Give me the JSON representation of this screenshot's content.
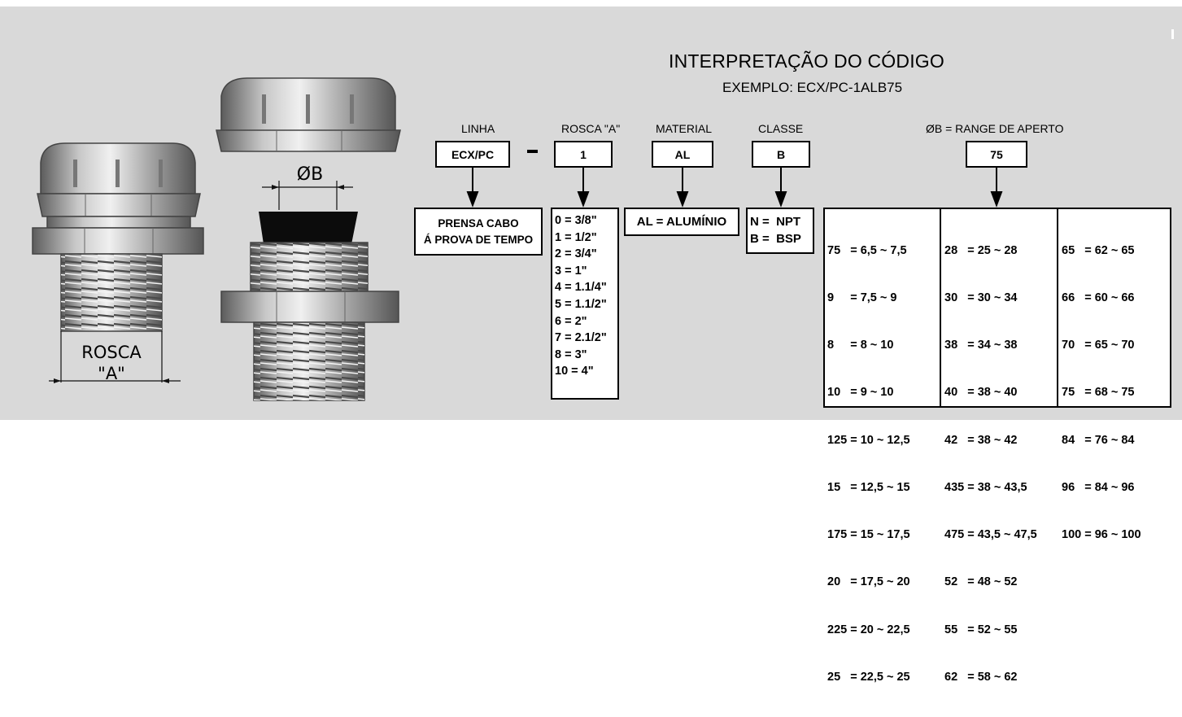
{
  "header": {
    "title": "INTERPRETAÇÃO DO CÓDIGO",
    "example": "EXEMPLO: ECX/PC-1ALB75"
  },
  "fields": {
    "linha": {
      "label": "LINHA",
      "code": "ECX/PC"
    },
    "separator": "-",
    "rosca": {
      "label": "ROSCA \"A\"",
      "code": "1"
    },
    "material": {
      "label": "MATERIAL",
      "code": "AL"
    },
    "classe": {
      "label": "CLASSE",
      "code": "B"
    },
    "range": {
      "label": "ØB = RANGE DE APERTO",
      "code": "75"
    }
  },
  "descriptions": {
    "linha": [
      "PRENSA CABO",
      "Á PROVA DE TEMPO"
    ],
    "material": "AL = ALUMÍNIO",
    "classe": [
      "N =  NPT",
      "B =  BSP"
    ]
  },
  "rosca_table": [
    "0 = 3/8\"",
    "1 = 1/2\"",
    "2 = 3/4\"",
    "3 = 1\"",
    "4 = 1.1/4\"",
    "5 = 1.1/2\"",
    "6 = 2\"",
    "7 = 2.1/2\"",
    "8 = 3\"",
    "10 = 4\""
  ],
  "range_table": {
    "col1": [
      "75   = 6,5 ~ 7,5",
      "9     = 7,5 ~ 9",
      "8     = 8 ~ 10",
      "10   = 9 ~ 10",
      "125 = 10 ~ 12,5",
      "15   = 12,5 ~ 15",
      "175 = 15 ~ 17,5",
      "20   = 17,5 ~ 20",
      "225 = 20 ~ 22,5",
      "25   = 22,5 ~ 25"
    ],
    "col2": [
      "28   = 25 ~ 28",
      "30   = 30 ~ 34",
      "38   = 34 ~ 38",
      "40   = 38 ~ 40",
      "42   = 38 ~ 42",
      "435 = 38 ~ 43,5",
      "475 = 43,5 ~ 47,5",
      "52   = 48 ~ 52",
      "55   = 52 ~ 55",
      "62   = 58 ~ 62"
    ],
    "col3": [
      "65   = 62 ~ 65",
      "66   = 60 ~ 66",
      "70   = 65 ~ 70",
      "75   = 68 ~ 75",
      "84   = 76 ~ 84",
      "96   = 84 ~ 96",
      "100 = 96 ~ 100"
    ]
  },
  "drawing": {
    "thread_label_1": "ROSCA",
    "thread_label_2": "\"A\"",
    "diameter_label": "ØB"
  }
}
